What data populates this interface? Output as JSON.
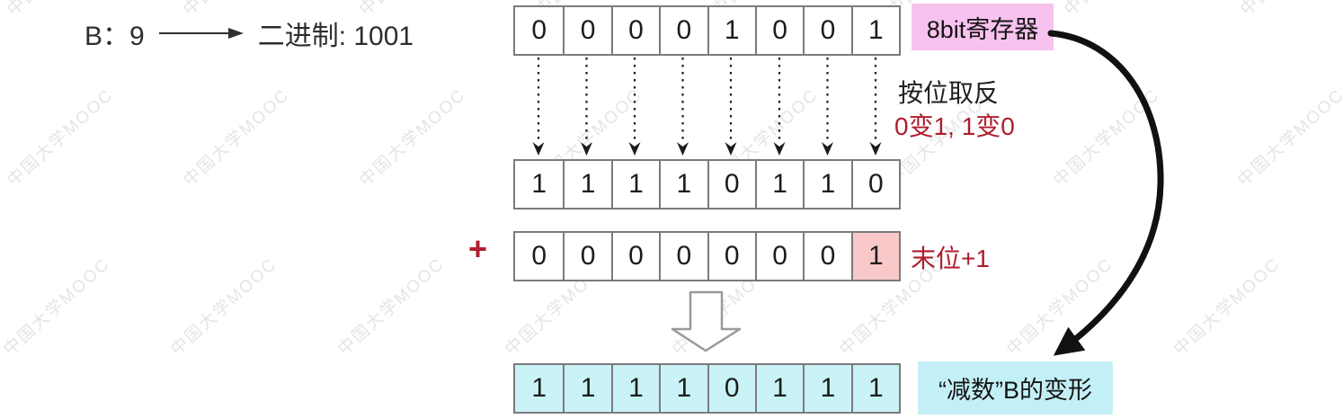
{
  "watermark": {
    "text": "中国大学MOOC"
  },
  "formula": {
    "lhs": "B：9",
    "rhs": "二进制: 1001"
  },
  "register_label": "8bit寄存器",
  "result_label": "“减数”B的变形",
  "annotations": {
    "invert_title": "按位取反",
    "invert_rule": "0变1, 1变0",
    "plus_sign": "+",
    "last_bit_note": "末位+1"
  },
  "rows": {
    "original": {
      "bits": [
        "0",
        "0",
        "0",
        "0",
        "1",
        "0",
        "0",
        "1"
      ]
    },
    "inverted": {
      "bits": [
        "1",
        "1",
        "1",
        "1",
        "0",
        "1",
        "1",
        "0"
      ]
    },
    "addend": {
      "bits": [
        "0",
        "0",
        "0",
        "0",
        "0",
        "0",
        "0",
        "1"
      ]
    },
    "result": {
      "bits": [
        "1",
        "1",
        "1",
        "1",
        "0",
        "1",
        "1",
        "1"
      ]
    }
  },
  "colors": {
    "red": "#ae1e2c",
    "register-pink": "#f8c2ef",
    "carry-pink": "#f9c9c9",
    "result-cyan": "#c9f3f7",
    "label-cyan": "#c3f0f6",
    "border-gray": "#7b7b7b",
    "wm": "#e5e5e5"
  }
}
